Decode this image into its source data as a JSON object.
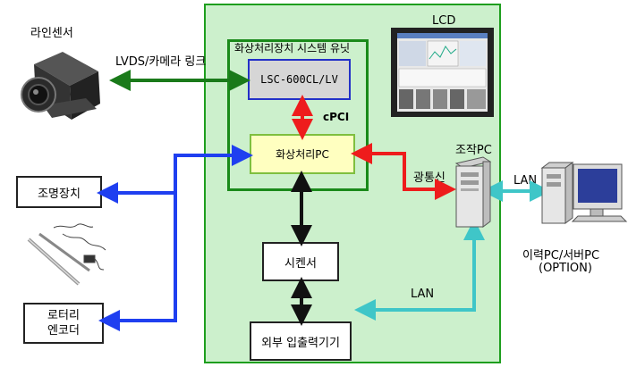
{
  "labels": {
    "line_sensor": "라인센서",
    "link": "LVDS/카메라 링크",
    "lcd": "LCD",
    "unit_title": "화상처리장치 시스템 유닛",
    "lsc": "LSC-600CL/LV",
    "cpci": "cPCI",
    "image_pc": "화상처리PC",
    "comm": "광통신",
    "control_pc": "조작PC",
    "lan_right": "LAN",
    "lan_bottom": "LAN",
    "lighting": "조명장치",
    "sequencer": "시켄서",
    "encoder_line1": "로터리",
    "encoder_line2": "엔코더",
    "external_io": "외부 입출력기기",
    "history_pc": "이력PC/서버PC",
    "option": "(OPTION)"
  },
  "colors": {
    "green_link": "#1a7a1a",
    "blue_link": "#1f3ff0",
    "red_link": "#ee1c1c",
    "cyan_link": "#3fc6c8",
    "black_link": "#111111",
    "main_bg": "#ccf0cc"
  },
  "icons": [
    "line-camera-icon",
    "lcd-monitor-icon",
    "control-pc-tower-icon",
    "history-pc-icon",
    "lighting-device-icon"
  ]
}
